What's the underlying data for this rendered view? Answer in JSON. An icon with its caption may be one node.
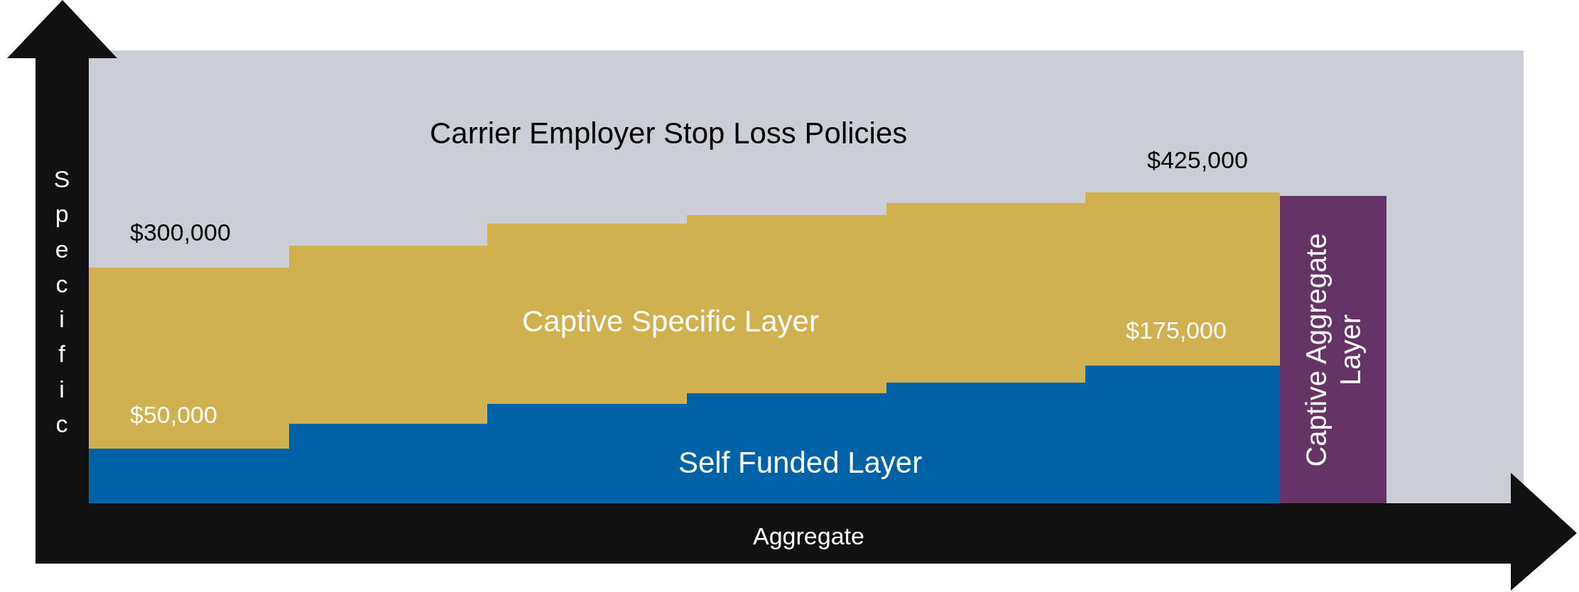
{
  "diagram": {
    "nodes": [
      {
        "text": [
          "Carrier Employer Stop Loss Policies"
        ]
      },
      {
        "text": [
          "Captive Specific Layer"
        ],
        "in": 0
      },
      {
        "text": [
          "Self Funded Layer"
        ],
        "in": 1
      },
      {
        "text": [
          "Captive Aggregate Layer"
        ],
        "in": 0
      }
    ],
    "labels": [
      "Specific",
      "$425,000",
      "$300,000",
      "$175,000",
      "$50,000",
      "Aggregate"
    ]
  }
}
